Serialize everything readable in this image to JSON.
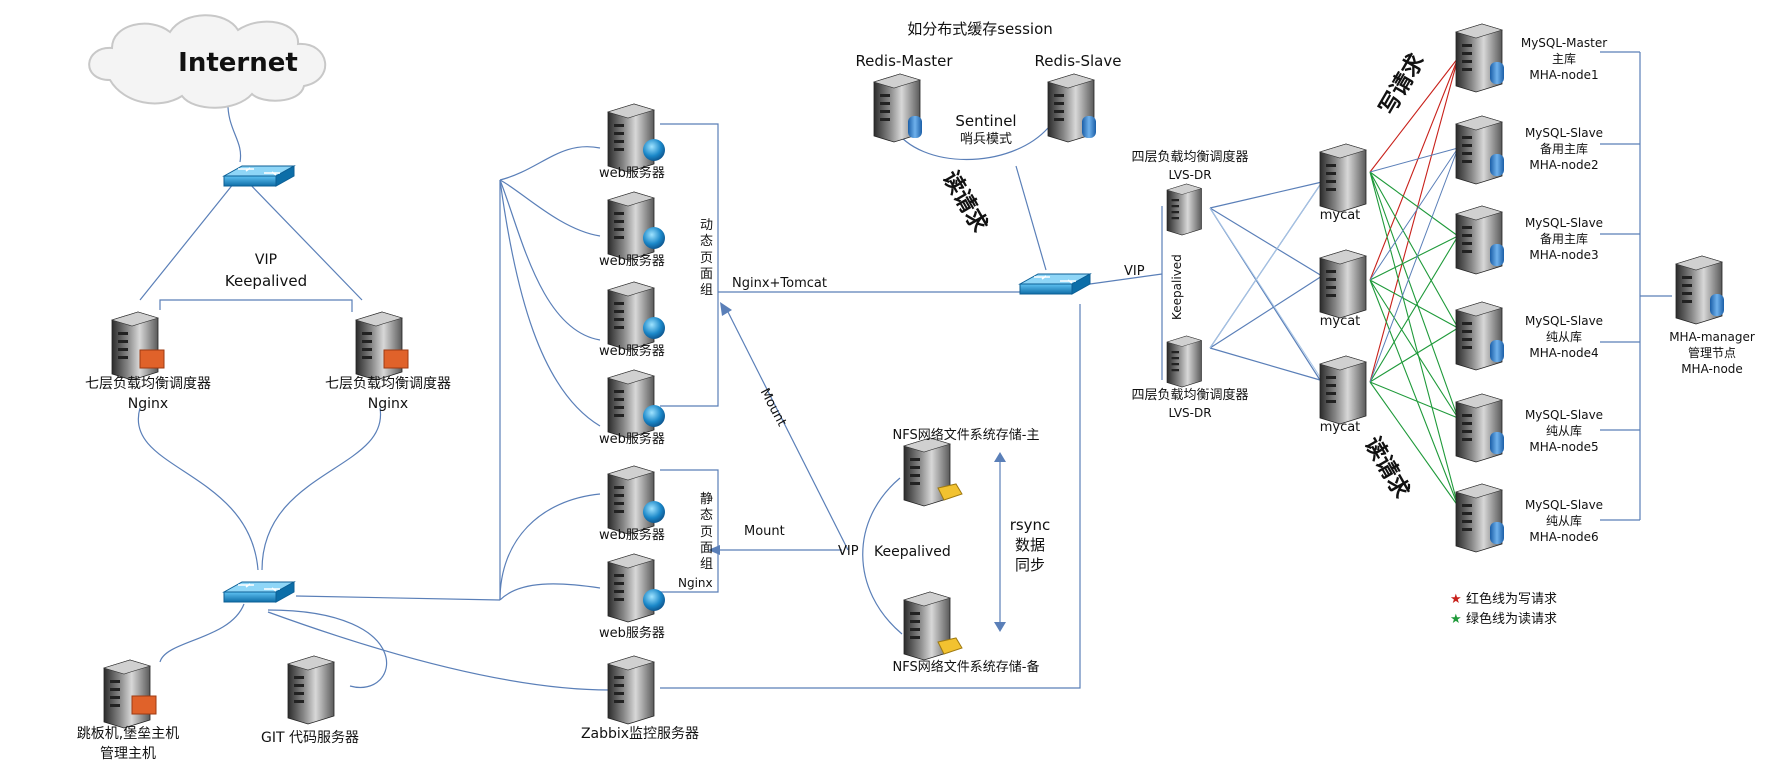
{
  "internet": {
    "label": "Internet"
  },
  "top_note": "如分布式缓存session",
  "redis": {
    "master": "Redis-Master",
    "slave": "Redis-Slave",
    "sentinel_line1": "Sentinel",
    "sentinel_line2": "哨兵模式"
  },
  "vip_keepalived": {
    "vip": "VIP",
    "keepalived": "Keepalived"
  },
  "nginx_lb": {
    "left_name": "七层负载均衡调度器",
    "right_name": "七层负载均衡调度器",
    "sub": "Nginx"
  },
  "web": {
    "label": "web服务器",
    "dynamic_group": "动态页面组",
    "static_group": "静态页面组",
    "static_sub": "Nginx"
  },
  "links": {
    "nginx_tomcat": "Nginx+Tomcat",
    "mount1": "Mount",
    "mount2": "Mount",
    "vip_center": "VIP",
    "vip_lvs": "VIP",
    "keepalived_lvs": "Keepalived",
    "keepalived_nfs": "Keepalived"
  },
  "nfs": {
    "master": "NFS网络文件系统存储-主",
    "backup": "NFS网络文件系统存储-备",
    "rsync1": "rsync",
    "rsync2": "数据",
    "rsync3": "同步"
  },
  "lvs": {
    "name": "四层负载均衡调度器",
    "top_sub": "LVS-DR",
    "bottom_sub": "LVS-DR"
  },
  "mycat": {
    "label": "mycat"
  },
  "callouts": {
    "read_top": "读请求",
    "write": "写请求",
    "read_bottom": "读请求"
  },
  "mysql": [
    {
      "l1": "MySQL-Master",
      "l2": "主库",
      "l3": "MHA-node1"
    },
    {
      "l1": "MySQL-Slave",
      "l2": "备用主库",
      "l3": "MHA-node2"
    },
    {
      "l1": "MySQL-Slave",
      "l2": "备用主库",
      "l3": "MHA-node3"
    },
    {
      "l1": "MySQL-Slave",
      "l2": "纯从库",
      "l3": "MHA-node4"
    },
    {
      "l1": "MySQL-Slave",
      "l2": "纯从库",
      "l3": "MHA-node5"
    },
    {
      "l1": "MySQL-Slave",
      "l2": "纯从库",
      "l3": "MHA-node6"
    }
  ],
  "mha_manager": {
    "l1": "MHA-manager",
    "l2": "管理节点",
    "l3": "MHA-node"
  },
  "bottom": {
    "jump_l1": "跳板机,堡垒主机",
    "jump_l2": "管理主机",
    "git": "GIT 代码服务器",
    "zabbix": "Zabbix监控服务器"
  },
  "legend": {
    "red_star": "★",
    "red_text": "红色线为写请求",
    "green_star": "★",
    "green_text": "绿色线为读请求"
  },
  "colors": {
    "line": "#5a7fb8",
    "write": "#c8201a",
    "read": "#1f9a3a",
    "switch": "#1e8fd0",
    "light_line": "#a9c6e6"
  }
}
